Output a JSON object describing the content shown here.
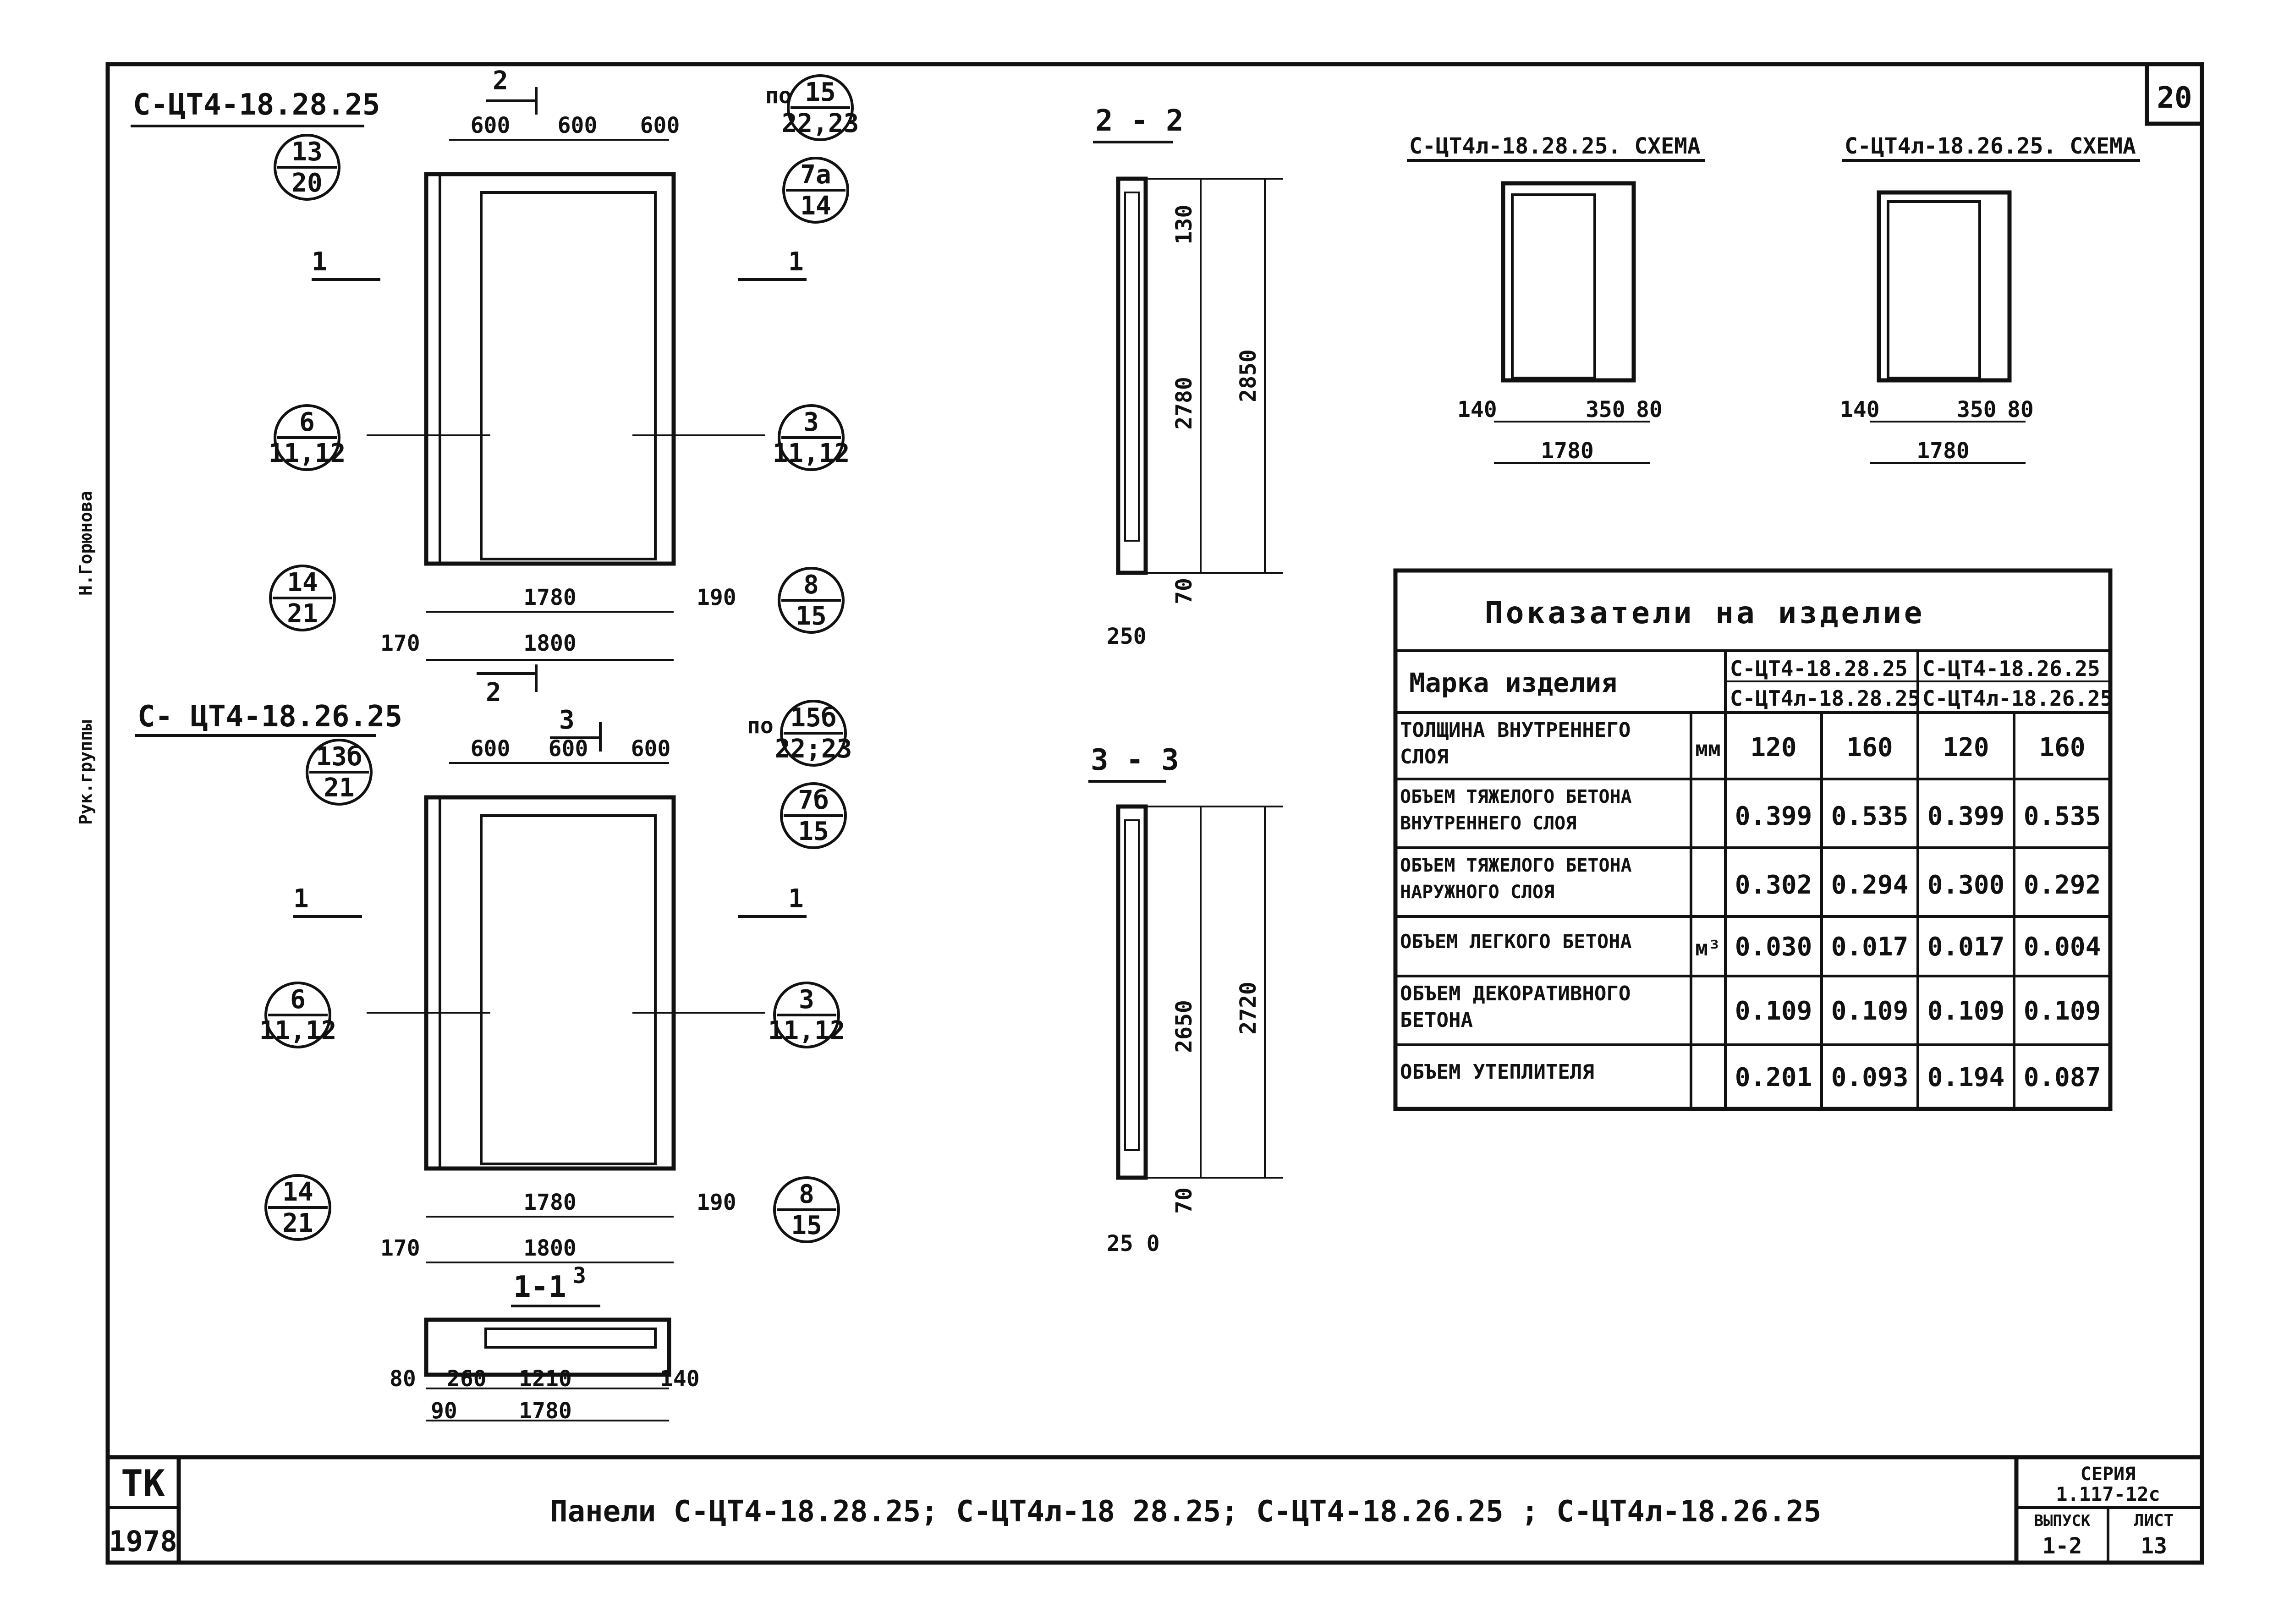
{
  "sheet_number": "20",
  "views": {
    "panel_a": {
      "title": "С-ЦТ4-18.28.25",
      "widths": [
        "600",
        "600",
        "600"
      ],
      "inner_width": "1780",
      "outer_width": "1800",
      "left_offset": "170",
      "right_offset": "190",
      "section_top": "2",
      "section_bottom": "2",
      "section_left": "1",
      "section_right": "1",
      "po": "по"
    },
    "panel_b": {
      "title": "С- ЦТ4-18.26.25",
      "widths": [
        "600",
        "600",
        "600"
      ],
      "inner_width": "1780",
      "outer_width": "1800",
      "left_offset": "170",
      "right_offset": "190",
      "section_top": "3",
      "section_left": "1",
      "section_right": "1",
      "po": "по"
    },
    "section_2_2": {
      "title": "2 - 2",
      "dims": {
        "top": "130",
        "inner": "2780",
        "total": "2850",
        "bottom": "70",
        "thickness": "250"
      }
    },
    "section_3_3": {
      "title": "3 - 3",
      "dims": {
        "inner": "2650",
        "total": "2720",
        "bottom": "70",
        "thickness": "25 0"
      }
    },
    "section_1_1": {
      "title": "1-1",
      "sup": "3",
      "dims": {
        "a": "80",
        "b": "260",
        "c": "1210",
        "d": "140",
        "e": "90",
        "f": "1780"
      }
    },
    "scheme_a": {
      "title": "С-ЦТ4л-18.28.25. СХЕМА",
      "dims": {
        "left": "140",
        "mid": "350",
        "right": "80",
        "width": "1780"
      }
    },
    "scheme_b": {
      "title": "С-ЦТ4л-18.26.25. СХЕМА",
      "dims": {
        "left": "140",
        "mid": "350",
        "right": "80",
        "width": "1780"
      }
    }
  },
  "callouts": {
    "c13_20": {
      "top": "13",
      "bottom": "20"
    },
    "c15_2223": {
      "top": "15",
      "bottom": "22,23"
    },
    "c7a_14": {
      "top": "7а",
      "bottom": "14"
    },
    "c6_1112a": {
      "top": "6",
      "bottom": "11,12"
    },
    "c3_1112a": {
      "top": "3",
      "bottom": "11,12"
    },
    "c14_21a": {
      "top": "14",
      "bottom": "21"
    },
    "c8_15a": {
      "top": "8",
      "bottom": "15"
    },
    "c13b_21": {
      "top": "13б",
      "bottom": "21"
    },
    "c15b_2223": {
      "top": "15б",
      "bottom": "22;23"
    },
    "c7b_15": {
      "top": "7б",
      "bottom": "15"
    },
    "c6_1112b": {
      "top": "6",
      "bottom": "11,12"
    },
    "c3_1112b": {
      "top": "3",
      "bottom": "11,12"
    },
    "c14_21b": {
      "top": "14",
      "bottom": "21"
    },
    "c8_15b": {
      "top": "8",
      "bottom": "15"
    }
  },
  "table": {
    "title": "Показатели на изделие",
    "header_label": "Марка изделия",
    "col_group_1": [
      "С-ЦТ4-18.28.25",
      "С-ЦТ4л-18.28.25"
    ],
    "col_group_2": [
      "С-ЦТ4-18.26.25",
      "С-ЦТ4л-18.26.25"
    ],
    "rows": [
      {
        "label": "Толщина внутреннего слоя",
        "unit": "мм",
        "values": [
          "120",
          "160",
          "120",
          "160"
        ]
      },
      {
        "label": "Объем тяжелого бетона внутреннего слоя",
        "unit": "",
        "values": [
          "0.399",
          "0.535",
          "0.399",
          "0.535"
        ]
      },
      {
        "label": "Объем тяжелого бетона наружного слоя",
        "unit": "",
        "values": [
          "0.302",
          "0.294",
          "0.300",
          "0.292"
        ]
      },
      {
        "label": "Объем легкого бетона",
        "unit": "м³",
        "values": [
          "0.030",
          "0.017",
          "0.017",
          "0.004"
        ]
      },
      {
        "label": "Объем декоративного бетона",
        "unit": "",
        "values": [
          "0.109",
          "0.109",
          "0.109",
          "0.109"
        ]
      },
      {
        "label": "Объем утеплителя",
        "unit": "",
        "values": [
          "0.201",
          "0.093",
          "0.194",
          "0.087"
        ]
      }
    ]
  },
  "title_block": {
    "org": "ТК",
    "year": "1978",
    "title": "Панели  С-ЦТ4-18.28.25; С-ЦТ4л-18 28.25; С-ЦТ4-18.26.25 ; С-ЦТ4л-18.26.25",
    "series_label": "СЕРИЯ",
    "series_value": "1.117-12с",
    "issue_label": "ВЫПУСК",
    "issue_value": "1-2",
    "sheet_label": "ЛИСТ",
    "sheet_value": "13"
  },
  "margin_stamp": {
    "group_head": "Рук.группы",
    "name": "Н.Горюнова"
  }
}
